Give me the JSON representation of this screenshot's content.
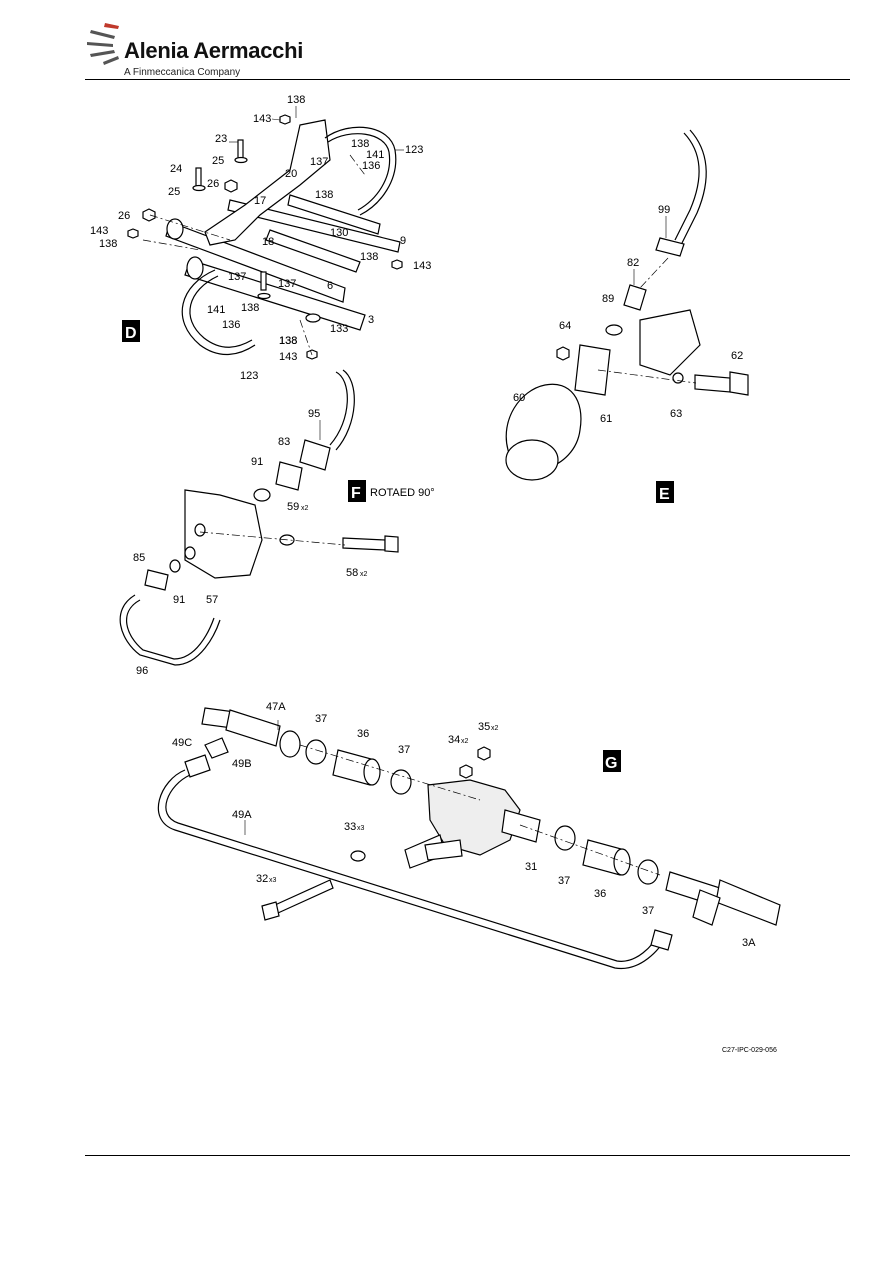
{
  "brand": {
    "name": "Alenia Aermacchi",
    "tagline": "A Finmeccanica Company"
  },
  "document_ref": "C27-IPC-029-056",
  "views": {
    "D": {
      "badge": "D",
      "caption": ""
    },
    "E": {
      "badge": "E",
      "caption": ""
    },
    "F": {
      "badge": "F",
      "caption": "ROTAED 90°"
    },
    "G": {
      "badge": "G",
      "caption": ""
    }
  },
  "labels": {
    "d": [
      "138",
      "143",
      "23",
      "25",
      "24",
      "26",
      "25",
      "26",
      "143",
      "138",
      "20",
      "17",
      "18",
      "138",
      "137",
      "141",
      "136",
      "123",
      "137",
      "138",
      "130",
      "9",
      "138",
      "143",
      "6",
      "138",
      "137",
      "141",
      "138",
      "136",
      "133",
      "3",
      "138",
      "143",
      "123"
    ],
    "e": [
      "99",
      "82",
      "89",
      "64",
      "62",
      "60",
      "61",
      "63"
    ],
    "f": [
      "95",
      "83",
      "91",
      "59",
      "58",
      "85",
      "91",
      "57",
      "96"
    ],
    "f_qty": [
      "x2",
      "x2"
    ],
    "g": [
      "47A",
      "37",
      "36",
      "37",
      "34",
      "35",
      "49C",
      "49B",
      "49A",
      "33",
      "31",
      "37",
      "36",
      "37",
      "32",
      "3A"
    ],
    "g_qty": [
      "x2",
      "x2",
      "x3",
      "x3"
    ]
  }
}
